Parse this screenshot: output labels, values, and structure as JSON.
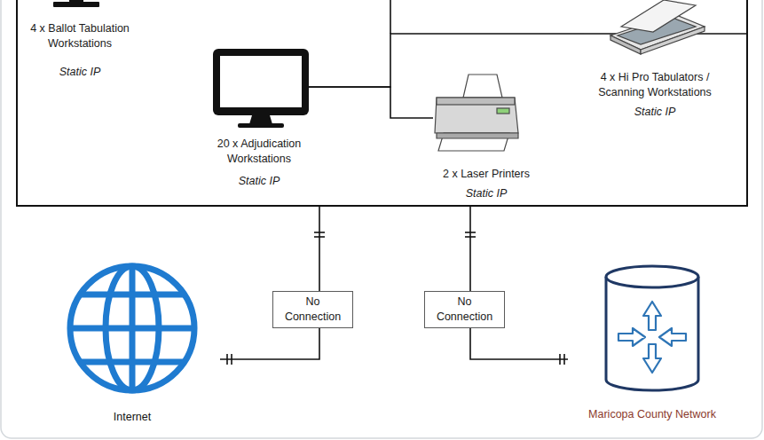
{
  "diagram": {
    "nodes": [
      {
        "text": []
      },
      {
        "text": [
          "4 x Ballot Tabulation Workstations",
          "Static IP"
        ],
        "in": 0
      },
      {
        "text": [
          "4 x Hi Pro Tabulators / Scanning Workstations",
          "Static IP"
        ],
        "in": 0
      },
      {
        "text": [
          "20 x Adjudication Workstations",
          "Static IP"
        ],
        "in": 0
      },
      {
        "text": [
          "2 x Laser Printers",
          "Static IP"
        ],
        "in": 0
      },
      {
        "text": [
          "No Connection"
        ]
      },
      {
        "text": [
          "No Connection"
        ]
      },
      {
        "text": [
          "Internet"
        ]
      },
      {
        "text": [
          "Maricopa County Network"
        ]
      }
    ],
    "edges": [
      {
        "from": 3,
        "to": 2,
        "arrow": "none"
      },
      {
        "from": 3,
        "to": 4,
        "arrow": "none"
      },
      {
        "from": 0,
        "to": 5,
        "arrow": "none"
      },
      {
        "from": 5,
        "to": 7,
        "arrow": "none"
      },
      {
        "from": 0,
        "to": 6,
        "arrow": "none"
      },
      {
        "from": 6,
        "to": 8,
        "arrow": "none"
      }
    ]
  }
}
